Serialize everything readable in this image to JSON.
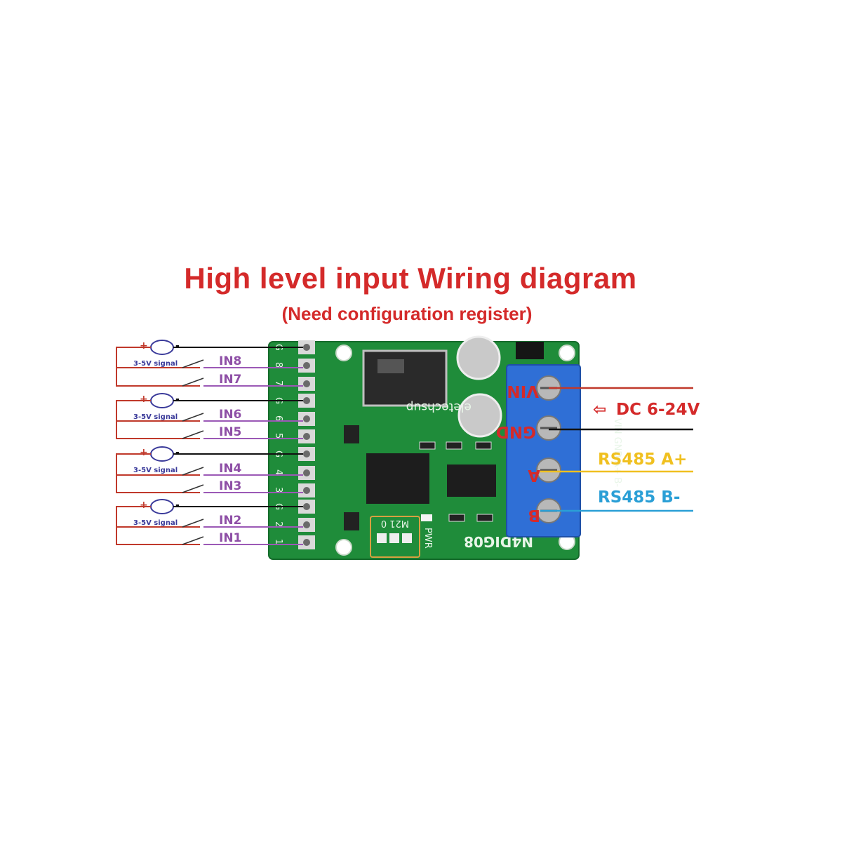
{
  "header": {
    "title": "High level input Wiring diagram",
    "subtitle": "(Need configuration register)"
  },
  "inputs": {
    "labels": [
      "IN8",
      "IN7",
      "IN6",
      "IN5",
      "IN4",
      "IN3",
      "IN2",
      "IN1"
    ],
    "signal_label": "3-5V signal",
    "plus": "+",
    "minus": "-"
  },
  "right": {
    "power": "DC 6-24V",
    "arrow": "⇦",
    "rs485_a": "RS485 A+",
    "rs485_b": "RS485 B-"
  },
  "board": {
    "brand": "eletechsup",
    "model": "N4DIG08",
    "pwr": "PWR",
    "dip": "M21 0",
    "terminal_labels": [
      "VIN",
      "GND",
      "A",
      "B"
    ],
    "pin_numbers": [
      "G",
      "8",
      "7",
      "G",
      "6",
      "5",
      "G",
      "4",
      "3",
      "G",
      "2",
      "1"
    ]
  },
  "colors": {
    "title": "#d42a2a",
    "pcb": "#1f8c3a",
    "terminal": "#2f6fd6",
    "input_wire": "#9b59b6",
    "signal_wire": "#c0392b",
    "power_wire": "#c0392b",
    "gnd_wire": "#111111",
    "rs485_a": "#f0c020",
    "rs485_b": "#2a9fd6"
  }
}
